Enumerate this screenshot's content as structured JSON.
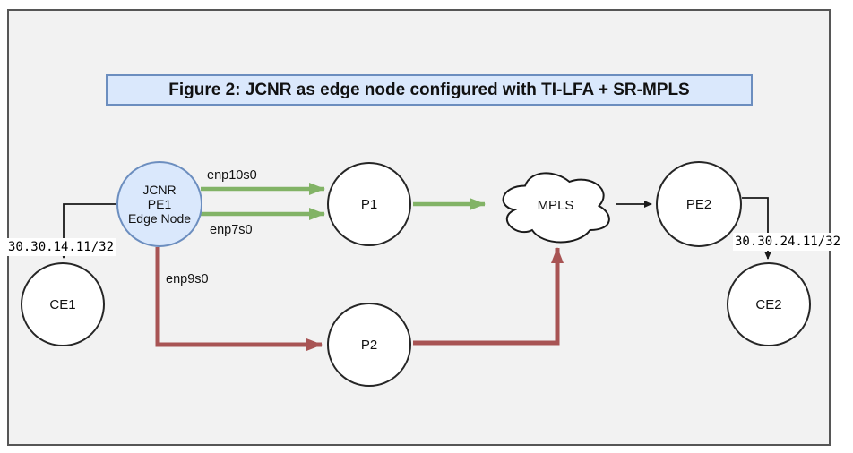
{
  "title": "Figure 2: JCNR as edge node configured with TI-LFA + SR-MPLS",
  "nodes": {
    "jcnr": {
      "line1": "JCNR",
      "line2": "PE1",
      "line3": "Edge Node"
    },
    "ce1": {
      "label": "CE1"
    },
    "p1": {
      "label": "P1"
    },
    "p2": {
      "label": "P2"
    },
    "mpls": {
      "label": "MPLS"
    },
    "pe2": {
      "label": "PE2"
    },
    "ce2": {
      "label": "CE2"
    }
  },
  "edge_labels": {
    "jcnr_p1_top": "enp10s0",
    "jcnr_p1_bottom": "enp7s0",
    "jcnr_p2": "enp9s0",
    "ce1_ip": "30.30.14.11/32",
    "ce2_ip": "30.30.24.11/32"
  },
  "colors": {
    "canvas_bg": "#f2f2f2",
    "frame_border": "#565656",
    "blue_fill": "#dae8fc",
    "blue_stroke": "#6c8ebf",
    "node_fill": "#ffffff",
    "node_stroke": "#262626",
    "green_link": "#82b366",
    "red_link": "#a85454",
    "black_link": "#1a1a1a"
  }
}
